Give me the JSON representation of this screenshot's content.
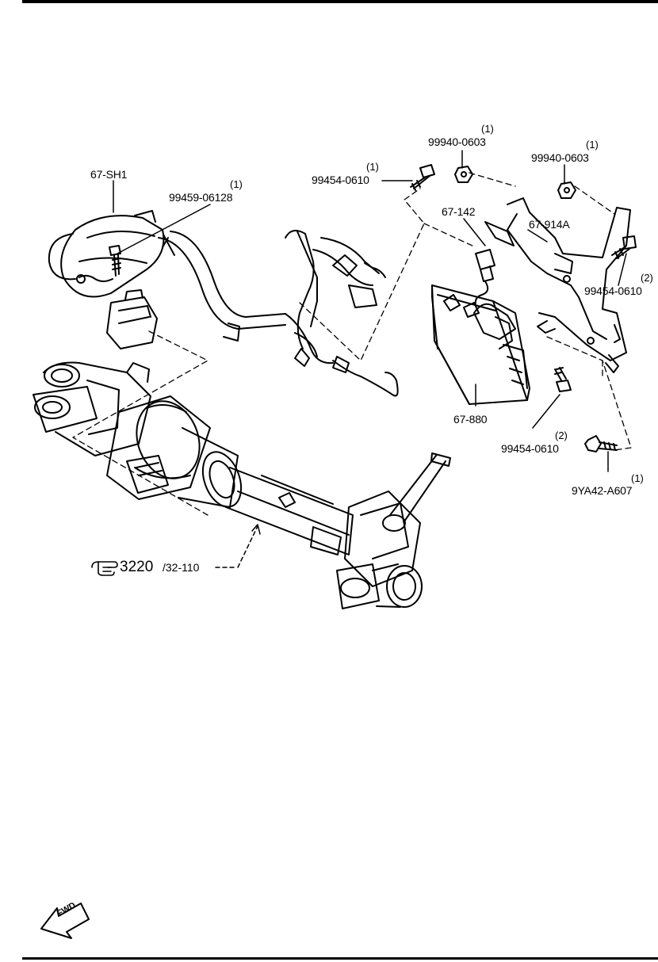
{
  "callouts": {
    "sh1": {
      "part": "67-SH1"
    },
    "bolt_06128": {
      "part": "99459-06128",
      "qty": "(1)"
    },
    "nut_top": {
      "part": "99940-0603",
      "qty": "(1)"
    },
    "bolt_0610_top": {
      "part": "99454-0610",
      "qty": "(1)"
    },
    "nut_right": {
      "part": "99940-0603",
      "qty": "(1)"
    },
    "sensor": {
      "part": "67-142"
    },
    "bracket": {
      "part": "67-914A"
    },
    "bolt_0610_right": {
      "part": "99454-0610",
      "qty": "(2)"
    },
    "module": {
      "part": "67-880"
    },
    "bolt_0610_lower": {
      "part": "99454-0610",
      "qty": "(2)"
    },
    "bolt_a607": {
      "part": "9YA42-A607",
      "qty": "(1)"
    }
  },
  "reference": {
    "main": "3220",
    "sub": "/32-110"
  },
  "fwd_label": "FWD"
}
